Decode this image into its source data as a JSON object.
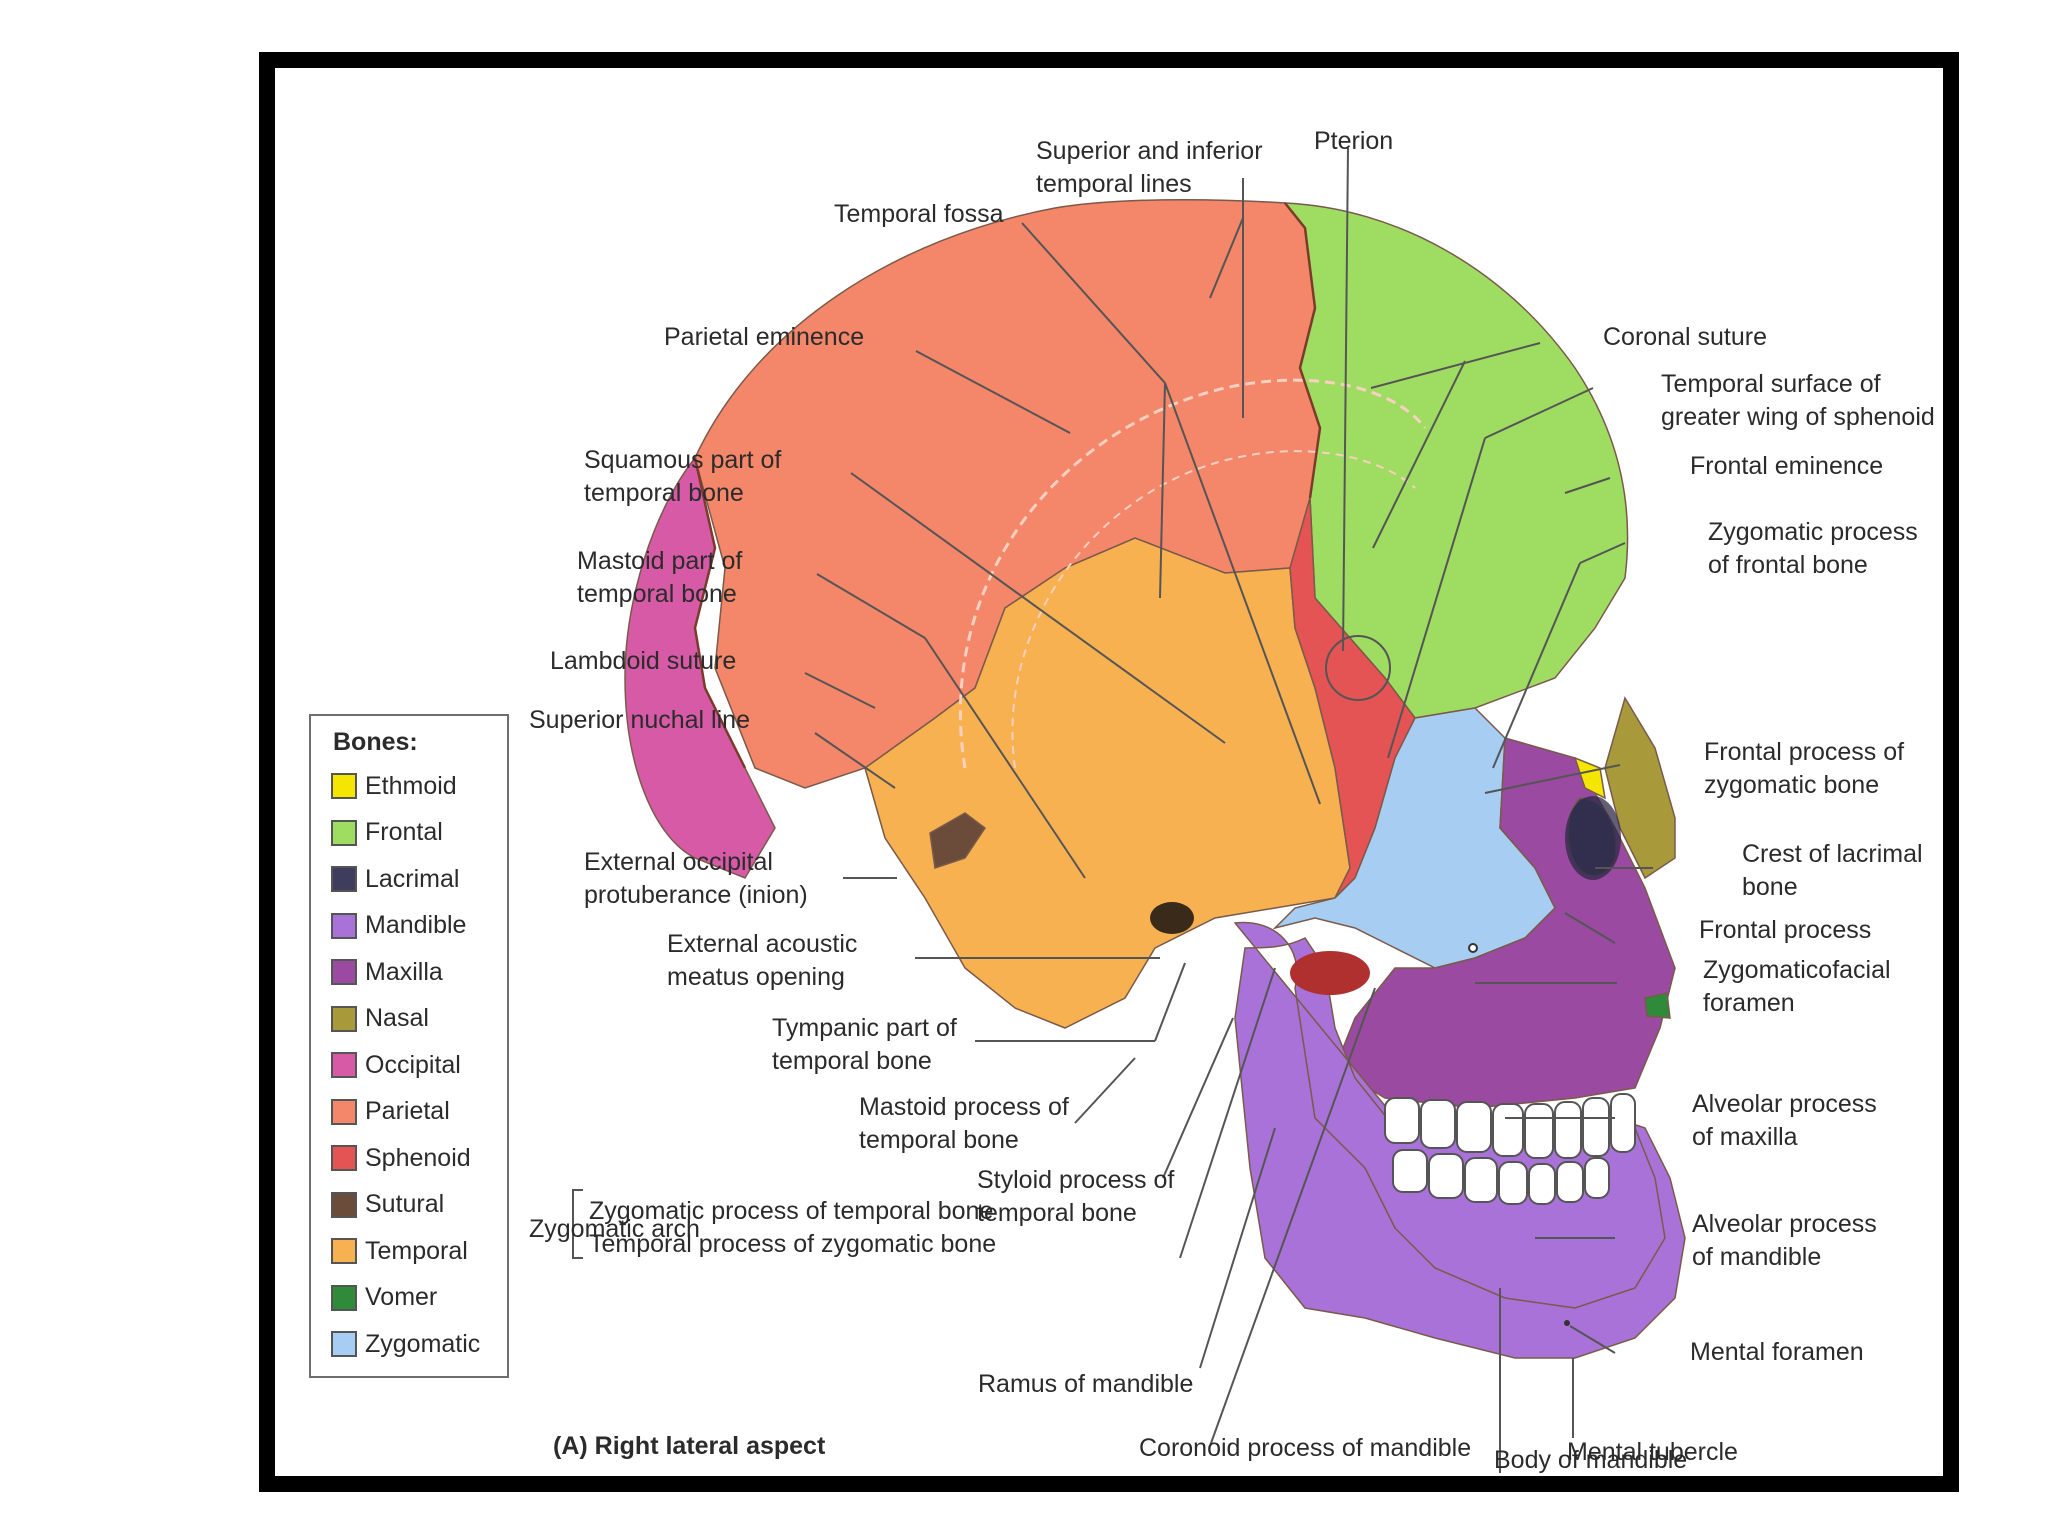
{
  "colors": {
    "ethmoid": "#f5e600",
    "frontal": "#9fdc62",
    "lacrimal": "#3e3d5e",
    "mandible": "#a872d8",
    "maxilla": "#9a4aa0",
    "nasal": "#a89a3a",
    "occipital": "#d65aa6",
    "parietal": "#f4866a",
    "sphenoid": "#e55454",
    "sutural": "#6b4b3a",
    "temporal": "#f7b150",
    "vomer": "#2f8a3a",
    "zygomatic": "#a7cdf2"
  },
  "legend": {
    "title": "Bones:",
    "items": [
      {
        "key": "ethmoid",
        "label": "Ethmoid"
      },
      {
        "key": "frontal",
        "label": "Frontal"
      },
      {
        "key": "lacrimal",
        "label": "Lacrimal"
      },
      {
        "key": "mandible",
        "label": "Mandible"
      },
      {
        "key": "maxilla",
        "label": "Maxilla"
      },
      {
        "key": "nasal",
        "label": "Nasal"
      },
      {
        "key": "occipital",
        "label": "Occipital"
      },
      {
        "key": "parietal",
        "label": "Parietal"
      },
      {
        "key": "sphenoid",
        "label": "Sphenoid"
      },
      {
        "key": "sutural",
        "label": "Sutural"
      },
      {
        "key": "temporal",
        "label": "Temporal"
      },
      {
        "key": "vomer",
        "label": "Vomer"
      },
      {
        "key": "zygomatic",
        "label": "Zygomatic"
      }
    ]
  },
  "labels": {
    "superior_inferior_temporal_lines": [
      "Superior and inferior",
      "temporal lines"
    ],
    "pterion": [
      "Pterion"
    ],
    "temporal_fossa": [
      "Temporal fossa"
    ],
    "parietal_eminence": [
      "Parietal eminence"
    ],
    "coronal_suture": [
      "Coronal suture"
    ],
    "temporal_surface_greater_wing": [
      "Temporal surface of",
      "greater wing of sphenoid"
    ],
    "frontal_eminence": [
      "Frontal eminence"
    ],
    "squamous_part": [
      "Squamous part of",
      "temporal bone"
    ],
    "zygomatic_process_frontal": [
      "Zygomatic process",
      "of frontal bone"
    ],
    "mastoid_part": [
      "Mastoid part of",
      "temporal bone"
    ],
    "lambdoid_suture": [
      "Lambdoid suture"
    ],
    "superior_nuchal_line": [
      "Superior nuchal line"
    ],
    "frontal_process_zygomatic": [
      "Frontal process of",
      "zygomatic bone"
    ],
    "crest_lacrimal": [
      "Crest of lacrimal",
      "bone"
    ],
    "external_occipital_protuberance": [
      "External occipital",
      "protuberance (inion)"
    ],
    "frontal_process": [
      "Frontal process"
    ],
    "external_acoustic_meatus": [
      "External acoustic",
      "meatus opening"
    ],
    "zygomaticofacial_foramen": [
      "Zygomaticofacial",
      "foramen"
    ],
    "tympanic_part": [
      "Tympanic part of",
      "temporal bone"
    ],
    "mastoid_process": [
      "Mastoid process of",
      "temporal bone"
    ],
    "alveolar_process_maxilla": [
      "Alveolar process",
      "of maxilla"
    ],
    "styloid_process": [
      "Styloid process of",
      "temporal bone"
    ],
    "alveolar_process_mandible": [
      "Alveolar process",
      "of mandible"
    ],
    "zygomatic_arch": [
      "Zygomatic arch"
    ],
    "zygomatic_process_temporal": [
      "Zygomatic process of temporal bone"
    ],
    "temporal_process_zygomatic": [
      "Temporal process of zygomatic bone"
    ],
    "mental_foramen": [
      "Mental foramen"
    ],
    "ramus_mandible": [
      "Ramus of mandible"
    ],
    "coronoid_process": [
      "Coronoid process of mandible"
    ],
    "mental_tubercle": [
      "Mental tubercle"
    ],
    "body_mandible": [
      "Body of mandible"
    ]
  },
  "caption": "(A) Right lateral aspect"
}
